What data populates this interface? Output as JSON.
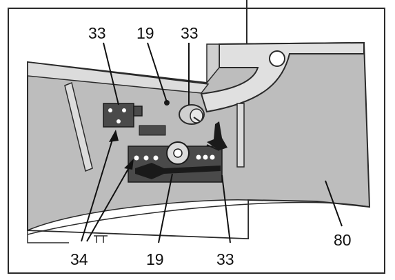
{
  "colors": {
    "paper": "#ffffff",
    "frame": "#2a2a2a",
    "panel_gray": "#bdbdbd",
    "light_gray": "#dcdcdc",
    "dark_part": "#4a4a4a",
    "ink": "#111111"
  },
  "labels": {
    "top_33_left": "33",
    "top_19": "19",
    "top_33_right": "33",
    "bottom_34": "34",
    "bottom_19": "19",
    "bottom_33": "33",
    "right_80": "80"
  }
}
